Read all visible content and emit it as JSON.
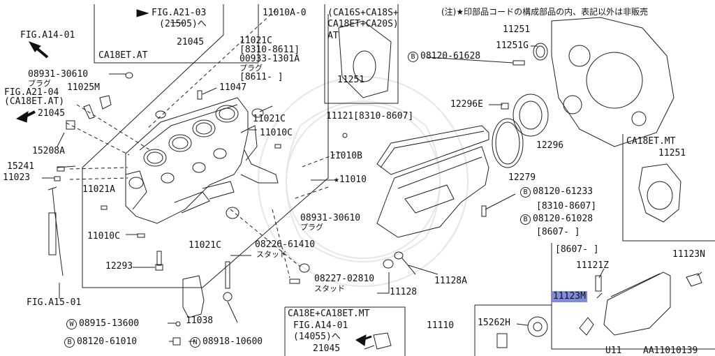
{
  "note": "(注)★印部品コードの構成部品の内、表記以外は非販売",
  "ref_fig_a21_03": "FIG.A21-03",
  "ref_21505": "(21505)へ",
  "part_21045_a": "21045",
  "box_ca18et_at": "CA18ET.AT",
  "part_11010a": "11010A-0",
  "ref_fig_a14_01_top": "FIG.A14-01",
  "part_11021c_top": "11021C",
  "range_8310_8611": "[8310-8611]",
  "part_00933": "00933-1301A",
  "plug_jp_1": "プラグ",
  "range_8611": "[8611-     ]",
  "part_08931_a": "08931-30610",
  "plug_jp_2": "プラグ",
  "ref_fig_a21_04": "FIG.A21-04",
  "ref_ca18et_at": "(CA18ET.AT)",
  "part_11025m": "11025M",
  "part_11047": "11047",
  "part_21045_b": "21045",
  "part_11021c_mid": "11021C",
  "part_11010c_a": "11010C",
  "part_15208a": "15208A",
  "part_11010b": "11010B",
  "part_15241": "15241",
  "part_11023": "11023",
  "part_11021a": "11021A",
  "part_11010_star": "★11010",
  "part_11010c_b": "11010C",
  "part_11021c_low": "11021C",
  "part_12293": "12293",
  "ref_fig_a15_01": "FIG.A15-01",
  "part_08226": "08226-61410",
  "stud_jp_1": "スタッド",
  "part_08931_b": "08931-30610",
  "plug_jp_3": "プラグ",
  "part_08227": "08227-02810",
  "stud_jp_2": "スタッド",
  "part_11038": "11038",
  "w_mark": "W",
  "part_08915": "08915-13600",
  "b_mark": "B",
  "part_08120_61010": "08120-61010",
  "n_mark": "N",
  "part_08918": "08918-10600",
  "box_ca16s": "(CA16S+CA18S+",
  "box_ca18et_ca20s": "CA18ET+CA20S)",
  "box_at": "AT",
  "part_11251_box": "11251",
  "part_11251_top": "11251",
  "part_11251g": "11251G",
  "part_08120_61628": "08120-61628",
  "part_12296e": "12296E",
  "part_11121": "11121[8310-8607]",
  "part_12296": "12296",
  "part_12279": "12279",
  "part_08120_61233": "08120-61233",
  "range_8310_8607": "[8310-8607]",
  "part_08120_61028": "08120-61028",
  "range_8607": "[8607-     ]",
  "part_11128": "11128",
  "part_11128a": "11128A",
  "part_11110": "11110",
  "box_ca18e_mt": "CA18E+CA18ET.MT",
  "ref_fig_a14_01_bot": "FIG.A14-01",
  "ref_14055": "(14055)へ",
  "part_21045_c": "21045",
  "box_ca18et_mt": "CA18ET.MT",
  "part_11251_mt": "11251",
  "range_8607_box": "[8607-      ]",
  "part_11121z": "11121Z",
  "part_11123n": "11123N",
  "part_11123m": "11123M",
  "part_15262h": "15262H",
  "footer_u11": "U11",
  "footer_code": "AA11010139"
}
